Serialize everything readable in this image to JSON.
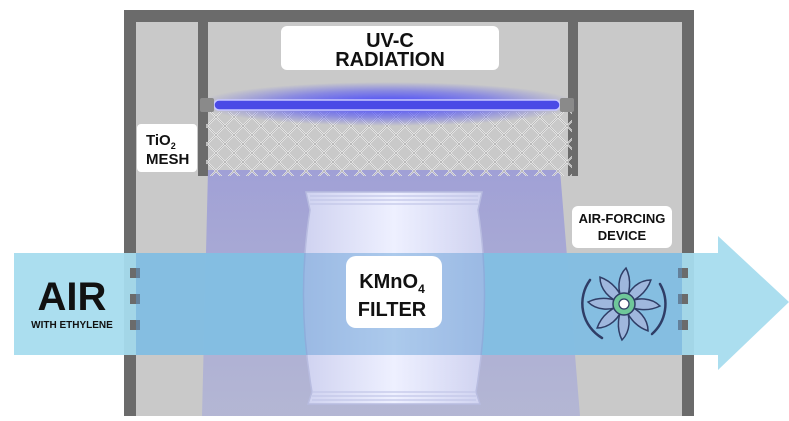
{
  "labels": {
    "uvc_line1": "UV-C",
    "uvc_line2": "RADIATION",
    "tio2_main": "TiO",
    "tio2_sub": "2",
    "mesh": "MESH",
    "air": "AIR",
    "with_ethylene": "WITH ETHYLENE",
    "filter_main": "KMnO",
    "filter_sub": "4",
    "filter_line2": "FILTER",
    "device_line1": "AIR-FORCING",
    "device_line2": "DEVICE"
  },
  "icons": {
    "uv_lamp": "uv-lamp-icon",
    "mesh": "mesh-icon",
    "bag": "filter-bag-icon",
    "fan": "fan-icon",
    "arrow": "airflow-arrow-icon"
  },
  "colors": {
    "chamber_border": "#6b6b6b",
    "chamber_fill": "#c9c9c9",
    "uv_glow": "#3b3bff",
    "uv_beam": "#8a8ad8",
    "air_arrow": "#a7dcee",
    "air_band": "#5b9bd5",
    "fan_blade": "#9fb7dd",
    "fan_hub": "#6fc79a",
    "label_bg": "#ffffff",
    "label_text": "#111111"
  }
}
